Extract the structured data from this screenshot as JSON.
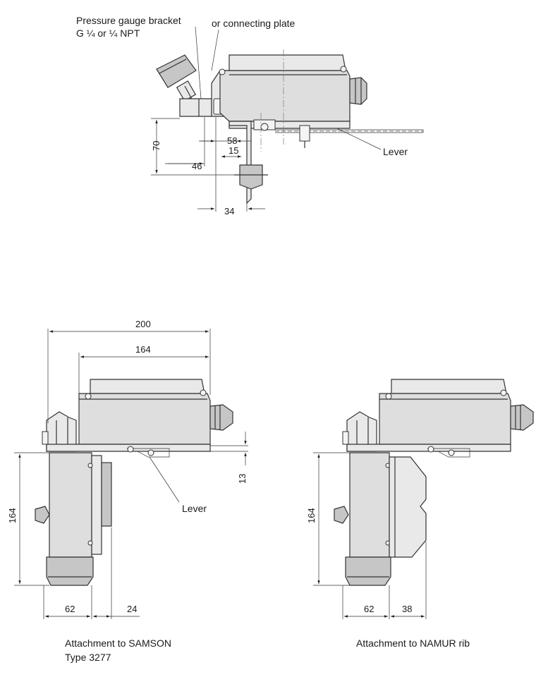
{
  "top_view": {
    "label_bracket_line1": "Pressure gauge bracket",
    "label_bracket_line2": "G ¼ or ¼ NPT",
    "label_plate": "or connecting plate",
    "label_lever": "Lever",
    "dim_70": "70",
    "dim_58": "58",
    "dim_15": "15",
    "dim_46": "46",
    "dim_34": "34"
  },
  "samson_view": {
    "dim_200": "200",
    "dim_164_width": "164",
    "dim_13": "13",
    "dim_164_height": "164",
    "dim_62": "62",
    "dim_24": "24",
    "label_lever": "Lever",
    "caption_line1": "Attachment to SAMSON",
    "caption_line2": "Type 3277"
  },
  "namur_view": {
    "dim_164_height": "164",
    "dim_62": "62",
    "dim_38": "38",
    "caption": "Attachment to NAMUR rib"
  }
}
